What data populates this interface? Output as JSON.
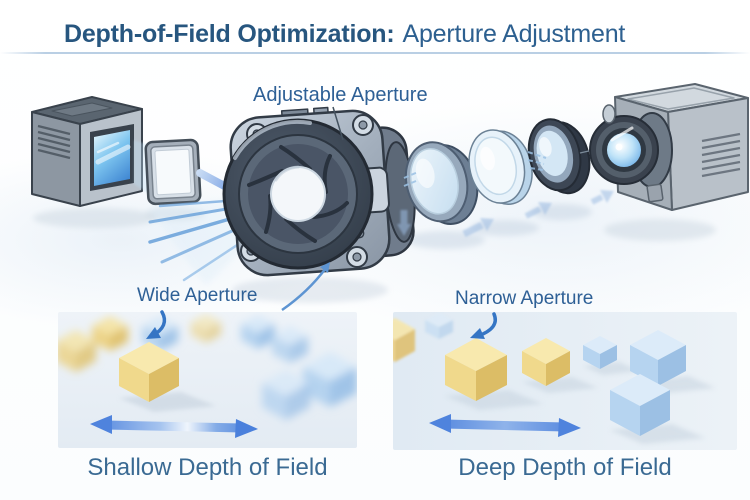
{
  "title": {
    "strong": "Depth-of-Field Optimization:",
    "regular": "Aperture Adjustment"
  },
  "diagram": {
    "aperture_label": "Adjustable Aperture",
    "icons": [
      "projector-icon",
      "filter-frame-icon",
      "flow-arrow-icon",
      "light-rays-icon",
      "aperture-mechanism-icon",
      "lens-icon",
      "lens-icon",
      "lens-icon",
      "camera-icon",
      "motion-arrow-icon"
    ]
  },
  "panels": {
    "wide": {
      "label": "Wide Aperture",
      "caption": "Shallow Depth of Field"
    },
    "narrow": {
      "label": "Narrow Aperture",
      "caption": "Deep Depth of Field"
    }
  },
  "colors": {
    "title_text": "#27567f",
    "label_text": "#2e6096",
    "divider": "#b9cfe4",
    "arrow_blue": "#3575c4",
    "flow_arrow": "#5d8cdf",
    "cube_yellow": "#eed27f",
    "cube_blue": "#aecdec",
    "panel_bg": "#e9eef5"
  }
}
